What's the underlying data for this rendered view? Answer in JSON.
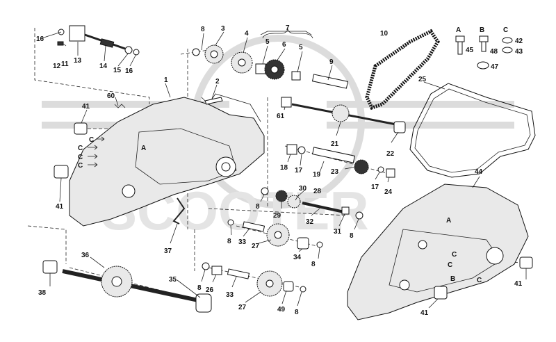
{
  "watermark": {
    "text": "SCOOTER"
  },
  "labels": {
    "l1": "1",
    "l2": "2",
    "l3": "3",
    "l4": "4",
    "l5a": "5",
    "l5b": "5",
    "l6": "6",
    "l7": "7",
    "l8a": "8",
    "l8b": "8",
    "l8c": "8",
    "l8d": "8",
    "l8e": "8",
    "l8f": "8",
    "l8g": "8",
    "l9": "9",
    "l10": "10",
    "l11": "11",
    "l12": "12",
    "l13": "13",
    "l14": "14",
    "l15": "15",
    "l16a": "16",
    "l16b": "16",
    "l17a": "17",
    "l17b": "17",
    "l18": "18",
    "l19": "19",
    "l21": "21",
    "l22": "22",
    "l23": "23",
    "l24": "24",
    "l25": "25",
    "l26": "26",
    "l27a": "27",
    "l27b": "27",
    "l28": "28",
    "l29": "29",
    "l30": "30",
    "l31": "31",
    "l32": "32",
    "l33a": "33",
    "l33b": "33",
    "l34": "34",
    "l35": "35",
    "l36": "36",
    "l37": "37",
    "l38": "38",
    "l41a": "41",
    "l41b": "41",
    "l41c": "41",
    "l41d": "41",
    "l42": "42",
    "l43": "43",
    "l44": "44",
    "l45": "45",
    "l47": "47",
    "l48": "48",
    "l49": "49",
    "l60": "60",
    "l61": "61",
    "lA": "A",
    "lB": "B",
    "lC": "C",
    "refA1": "A",
    "refA2": "A",
    "refB": "B",
    "refC1": "C",
    "refC2": "C",
    "refC3": "C",
    "refC4": "C",
    "refC5": "C",
    "refC6": "C",
    "refC7": "C"
  }
}
